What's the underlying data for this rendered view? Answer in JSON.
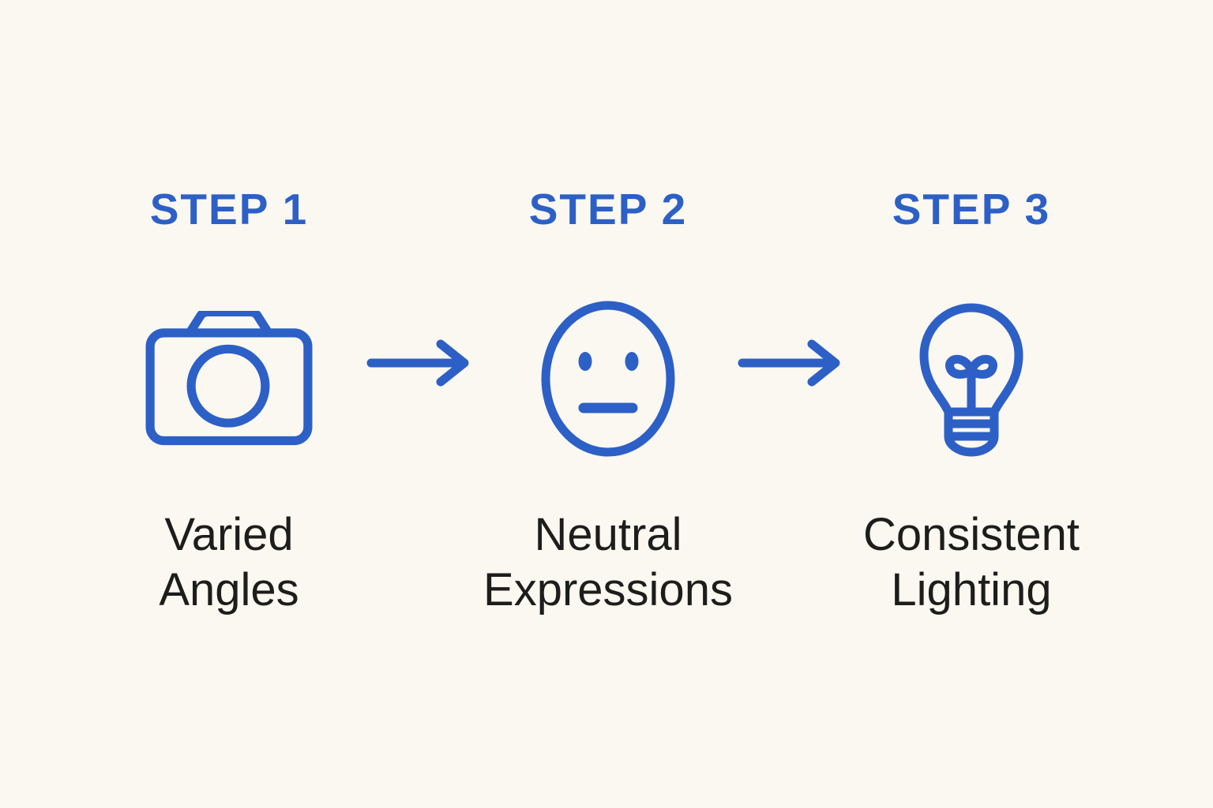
{
  "theme": {
    "background": "#faf8f0",
    "accent_blue": "#2d60c6",
    "text_black": "#1d1d1b"
  },
  "diagram": {
    "type": "process-flow",
    "direction": "left-to-right"
  },
  "steps": [
    {
      "label": "STEP 1",
      "icon": "camera-icon",
      "caption_line1": "Varied",
      "caption_line2": "Angles"
    },
    {
      "label": "STEP 2",
      "icon": "neutral-face-icon",
      "caption_line1": "Neutral",
      "caption_line2": "Expressions"
    },
    {
      "label": "STEP 3",
      "icon": "lightbulb-icon",
      "caption_line1": "Consistent",
      "caption_line2": "Lighting"
    }
  ],
  "arrows": [
    {
      "icon": "arrow-right-icon"
    },
    {
      "icon": "arrow-right-icon"
    }
  ]
}
